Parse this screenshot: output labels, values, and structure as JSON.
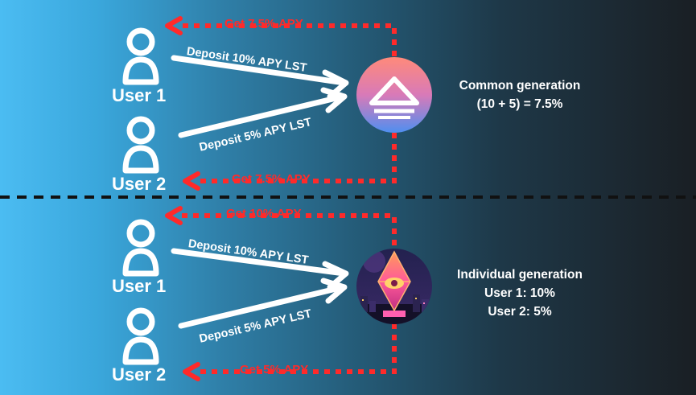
{
  "colors": {
    "arrow_white": "#ffffff",
    "arrow_red": "#ff2a2a",
    "divider": "#111111",
    "logo_top_gradient_start": "#ff8a7a",
    "logo_top_gradient_end": "#4f8ff0",
    "logo_bottom_bg": "#2a1e55"
  },
  "icons": {
    "user": "user-icon",
    "common_logo": "common-generation-logo",
    "individual_logo": "individual-generation-logo"
  },
  "top": {
    "user1_label": "User 1",
    "user2_label": "User 2",
    "deposit1": "Deposit 10% APY LST",
    "deposit2": "Deposit 5% APY LST",
    "get1": "Get 7.5% APY",
    "get2": "Get 7.5% APY",
    "title": "Common generation",
    "line1": "(10 + 5) = 7.5%"
  },
  "bottom": {
    "user1_label": "User 1",
    "user2_label": "User 2",
    "deposit1": "Deposit 10% APY LST",
    "deposit2": "Deposit 5% APY LST",
    "get1": "Get 10% APY",
    "get2": "Get 5% APY",
    "title": "Individual generation",
    "line1": "User 1: 10%",
    "line2": "User 2: 5%"
  }
}
